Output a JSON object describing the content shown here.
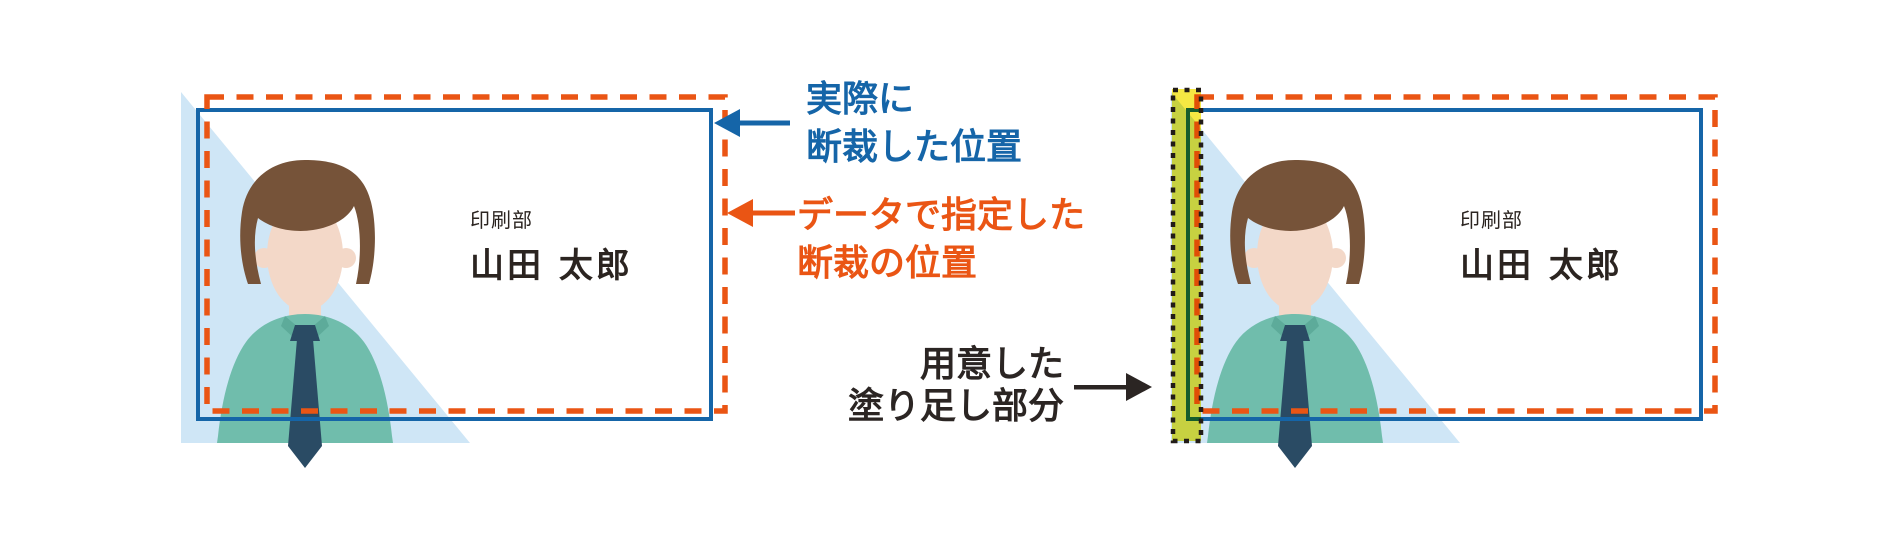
{
  "cards": {
    "left": {
      "department": "印刷部",
      "name": "山田 太郎"
    },
    "right": {
      "department": "印刷部",
      "name": "山田 太郎"
    }
  },
  "annotations": {
    "actual_cut": {
      "line1": "実際に",
      "line2": "断裁した位置",
      "color": "#1565a8"
    },
    "data_cut": {
      "line1": "データで指定した",
      "line2": "断裁の位置",
      "color": "#ea5514"
    },
    "bleed": {
      "line1": "用意した",
      "line2": "塗り足し部分",
      "color": "#2b2523"
    }
  },
  "icons": {
    "actual_cut_arrow": "arrow-pointing-left",
    "data_cut_arrow": "arrow-pointing-left",
    "bleed_arrow": "arrow-pointing-right"
  },
  "colors": {
    "actual_cut_line": "#1565a8",
    "data_cut_line": "#ea5514",
    "bleed_highlight": "#f5e843",
    "bleed_outline_dots": "#221c18",
    "artwork_triangle": "#cfe6f6",
    "card_text": "#2b2420",
    "shirt": "#70bdac",
    "tie": "#2a4b64",
    "hair": "#765339",
    "skin": "#f3d8c8"
  }
}
